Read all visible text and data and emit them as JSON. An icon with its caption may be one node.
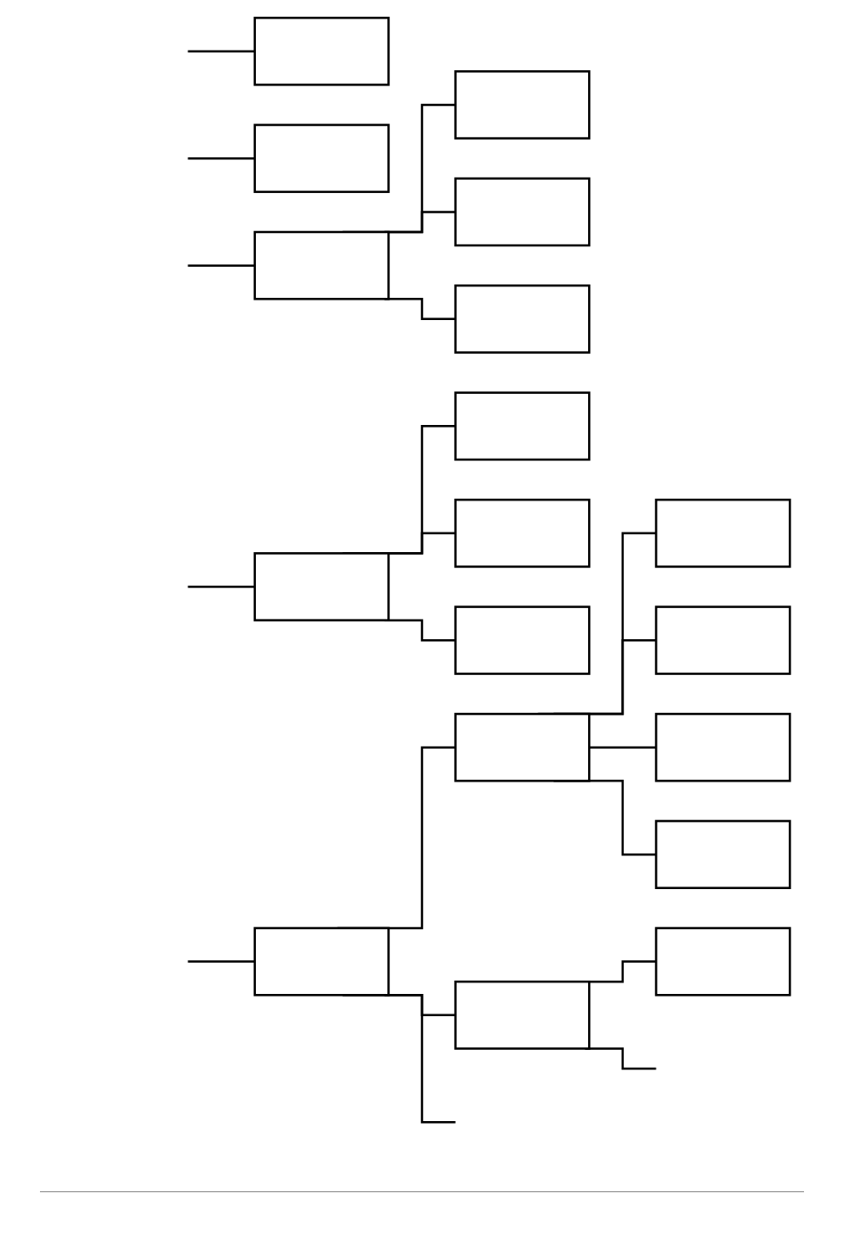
{
  "diagram": {
    "nodes": [
      {
        "text": [],
        "shape": "box"
      },
      {
        "text": [],
        "shape": "box"
      },
      {
        "text": [],
        "shape": "box"
      },
      {
        "text": [],
        "shape": "box"
      },
      {
        "text": [],
        "shape": "box"
      },
      {
        "text": [],
        "shape": "box"
      },
      {
        "text": [],
        "shape": "box"
      },
      {
        "text": [],
        "shape": "box"
      },
      {
        "text": [],
        "shape": "box"
      },
      {
        "text": [],
        "shape": "box"
      },
      {
        "text": [],
        "shape": "box"
      },
      {
        "text": [],
        "shape": "box"
      },
      {
        "text": [],
        "shape": "box"
      },
      {
        "text": [],
        "shape": "box"
      },
      {
        "text": [],
        "shape": "box"
      },
      {
        "text": [],
        "shape": "box"
      },
      {
        "text": [],
        "shape": "box"
      },
      {
        "text": [],
        "shape": "box"
      }
    ],
    "edges": [
      {
        "from": null,
        "to": 0,
        "arrow": "none"
      },
      {
        "from": null,
        "to": 1,
        "arrow": "none"
      },
      {
        "from": null,
        "to": 2,
        "arrow": "none"
      },
      {
        "from": null,
        "to": 6,
        "arrow": "none"
      },
      {
        "from": 2,
        "to": 3,
        "arrow": "none"
      },
      {
        "from": 2,
        "to": 4,
        "arrow": "none"
      },
      {
        "from": 2,
        "to": 5,
        "arrow": "none"
      },
      {
        "from": 6,
        "to": 7,
        "arrow": "none"
      },
      {
        "from": 6,
        "to": 8,
        "arrow": "none"
      },
      {
        "from": 6,
        "to": 9,
        "arrow": "none"
      },
      {
        "from": null,
        "to": 10,
        "arrow": "none"
      },
      {
        "from": 10,
        "to": 11,
        "arrow": "none"
      },
      {
        "from": 10,
        "to": 16,
        "arrow": "none"
      },
      {
        "from": 11,
        "to": 12,
        "arrow": "none"
      },
      {
        "from": 11,
        "to": 13,
        "arrow": "none"
      },
      {
        "from": 11,
        "to": 14,
        "arrow": "none"
      },
      {
        "from": 11,
        "to": 15,
        "arrow": "none"
      },
      {
        "from": 16,
        "to": 17,
        "arrow": "none"
      },
      {
        "from": 16,
        "to": null,
        "arrow": "none"
      },
      {
        "from": 10,
        "to": null,
        "arrow": "none"
      }
    ]
  }
}
